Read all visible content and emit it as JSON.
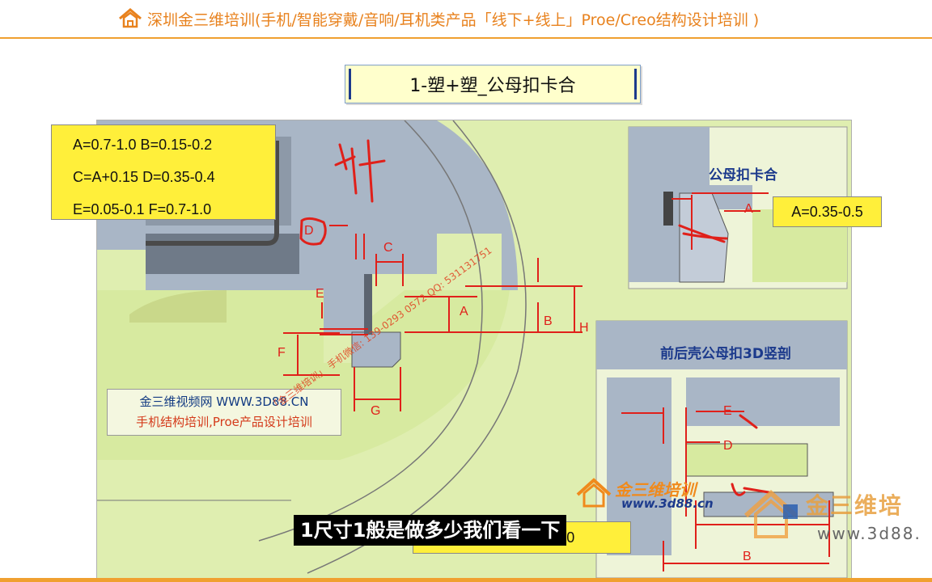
{
  "header": {
    "title": "深圳金三维培训(手机/智能穿戴/音响/耳机类产品「线下+线上」Proe/Creo结构设计培训 )",
    "accent_color": "#e8821e",
    "logo_icon": "house-logo-icon"
  },
  "slide": {
    "title": "1-塑+塑_公母扣卡合"
  },
  "params": {
    "line1": "A=0.7-1.0  B=0.15-0.2",
    "line2": "C=A+0.15  D=0.35-0.4",
    "line3": "E=0.05-0.1 F=0.7-1.0"
  },
  "side_param": "A=0.35-0.5",
  "bottom_param": "D≥0.2  F=0.7-1.0",
  "insets": {
    "top_right_title": "公母扣卡合",
    "bottom_right_title": "前后壳公母扣3D竖剖"
  },
  "watermark": {
    "line1": "金三维视频网 WWW.3D88.CN",
    "line2": "手机结构培训,Proe产品设计培训",
    "diagonal": "「金三维培训」 手机微信: 139-0293 0572  QQ: 531131751"
  },
  "logos": {
    "center_text": "金三维培训",
    "center_url": "www.3d88.cn",
    "right_text": "金三维培",
    "right_url": "www.3d88."
  },
  "dimension_labels": {
    "A": "A",
    "B": "B",
    "C": "C",
    "D": "D",
    "E": "E",
    "F": "F",
    "G": "G",
    "H": "H"
  },
  "subtitle": "1尺寸1般是做多少我们看一下",
  "colors": {
    "annotation_red": "#e0201a",
    "param_yellow": "#ffef3a",
    "model_gray": "#a9b6c6",
    "model_green": "#dfeeb0"
  }
}
